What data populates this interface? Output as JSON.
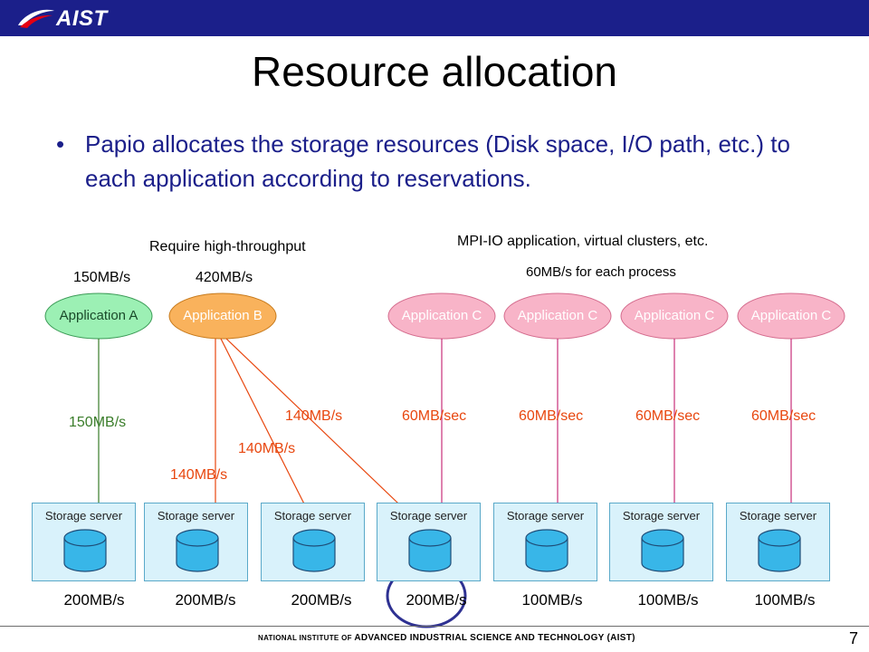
{
  "header": {
    "logo_text": "AIST",
    "title": "Resource allocation"
  },
  "bullets": [
    {
      "dot": "•",
      "text": "Papio allocates the storage resources (Disk space, I/O path, etc.) to each application according to reservations."
    }
  ],
  "group_labels": {
    "high_throughput": "Require high-throughput",
    "mpi": "MPI-IO application, virtual clusters, etc.",
    "per_process": "60MB/s for each process"
  },
  "applications": [
    {
      "label": "Application A",
      "rate": "150MB/s",
      "fill": "#9cf0b4",
      "stroke": "#3a9a55"
    },
    {
      "label": "Application B",
      "rate": "420MB/s",
      "fill": "#f9b25c",
      "stroke": "#c77a1c"
    },
    {
      "label": "Application C",
      "rate": "",
      "fill": "#f8b4c8",
      "stroke": "#d46b8d"
    },
    {
      "label": "Application C",
      "rate": "",
      "fill": "#f8b4c8",
      "stroke": "#d46b8d"
    },
    {
      "label": "Application C",
      "rate": "",
      "fill": "#f8b4c8",
      "stroke": "#d46b8d"
    },
    {
      "label": "Application C",
      "rate": "",
      "fill": "#f8b4c8",
      "stroke": "#d46b8d"
    }
  ],
  "flow_labels": [
    {
      "text": "150MB/s",
      "color": "#3a7d2a"
    },
    {
      "text": "140MB/s",
      "color": "#e8470f"
    },
    {
      "text": "140MB/s",
      "color": "#e8470f"
    },
    {
      "text": "140MB/s",
      "color": "#e8470f"
    },
    {
      "text": "60MB/sec",
      "color": "#e8470f"
    },
    {
      "text": "60MB/sec",
      "color": "#e8470f"
    },
    {
      "text": "60MB/sec",
      "color": "#e8470f"
    },
    {
      "text": "60MB/sec",
      "color": "#e8470f"
    }
  ],
  "storage_servers": [
    {
      "label": "Storage server",
      "capacity": "200MB/s"
    },
    {
      "label": "Storage server",
      "capacity": "200MB/s"
    },
    {
      "label": "Storage server",
      "capacity": "200MB/s"
    },
    {
      "label": "Storage server",
      "capacity": "200MB/s"
    },
    {
      "label": "Storage server",
      "capacity": "100MB/s"
    },
    {
      "label": "Storage server",
      "capacity": "100MB/s"
    },
    {
      "label": "Storage server",
      "capacity": "100MB/s"
    }
  ],
  "colors": {
    "header_bar": "#1b1f8a",
    "bullet_text": "#1b1f8a",
    "highlight_circle": "#2e3192",
    "disk_fill": "#38b6e8",
    "green_line": "#3a7d2a",
    "red_line": "#e8470f",
    "pink_line": "#c9307a"
  },
  "footer": {
    "prefix": "NATIONAL INSTITUTE OF",
    "name": "ADVANCED INDUSTRIAL SCIENCE AND TECHNOLOGY (AIST)",
    "page_number": "7"
  }
}
